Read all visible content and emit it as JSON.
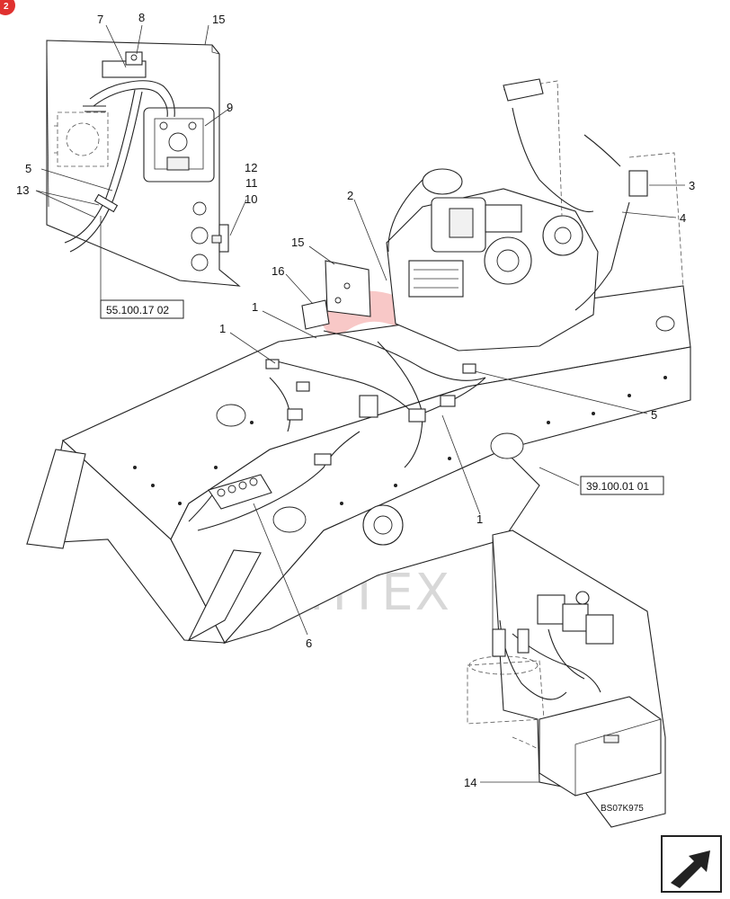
{
  "page_marker": {
    "text": "2",
    "color": "#e0312f"
  },
  "callouts": {
    "c1a": "1",
    "c1b": "1",
    "c1c": "1",
    "c2": "2",
    "c3": "3",
    "c4": "4",
    "c5a": "5",
    "c5b": "5",
    "c6": "6",
    "c7": "7",
    "c8": "8",
    "c9": "9",
    "c10": "10",
    "c11": "11",
    "c12": "12",
    "c13": "13",
    "c14": "14",
    "c15a": "15",
    "c15b": "15",
    "c16": "16"
  },
  "references": {
    "ref_left": "55.100.17 02",
    "ref_right": "39.100.01 01"
  },
  "drawing_code": "BS07K975",
  "watermark_text": "ИНТЕХ",
  "watermark_color": "#e53935",
  "nav_icon": "next-page-arrow-icon"
}
